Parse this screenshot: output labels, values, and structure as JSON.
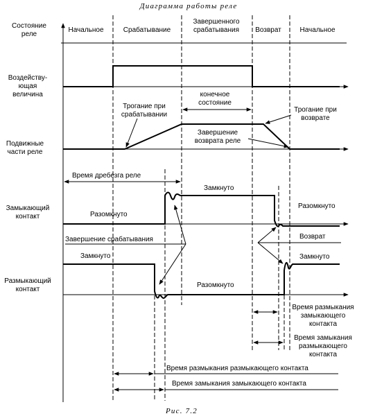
{
  "title": "Диаграмма работы реле",
  "caption": "Рис. 7.2",
  "header": {
    "row_label": [
      "Состояние",
      "реле"
    ],
    "columns": [
      "Начальное",
      "Срабатывание",
      "Завершенного",
      "срабатывания",
      "Возврат",
      "Начальное"
    ]
  },
  "rows": {
    "influence": [
      "Воздейству-",
      "ющая",
      "величина"
    ],
    "moving": [
      "Подвижные",
      "части реле"
    ],
    "make_contact": [
      "Замыкающий",
      "контакт"
    ],
    "break_contact": [
      "Размыкающий",
      "контакт"
    ]
  },
  "annotations": {
    "final_state": [
      "конечное",
      "состояние"
    ],
    "pickup_start": [
      "Трогание при",
      "срабатывании"
    ],
    "return_start": [
      "Трогание при",
      "возврате"
    ],
    "return_end": [
      "Завершение",
      "возврата реле"
    ],
    "bounce_time": "Время дребезга реле",
    "closed": "Замкнуто",
    "open_1": "Разомкнуто",
    "open_2": "Разомкнуто",
    "pickup_end": "Завершение срабатывания",
    "return": "Возврат",
    "closed_2": "Замкнуто",
    "open_3": "Разомкнуто",
    "closed_3": "Замкнуто"
  },
  "timings": {
    "break_open": [
      "Время размыкания",
      "замыкающего",
      "контакта"
    ],
    "break_close": [
      "Время замыкания",
      "размыкающего",
      "контакта"
    ],
    "open_break": "Время размыкания размыкающего контакта",
    "close_make": "Время замыкания замыкающего контакта"
  }
}
